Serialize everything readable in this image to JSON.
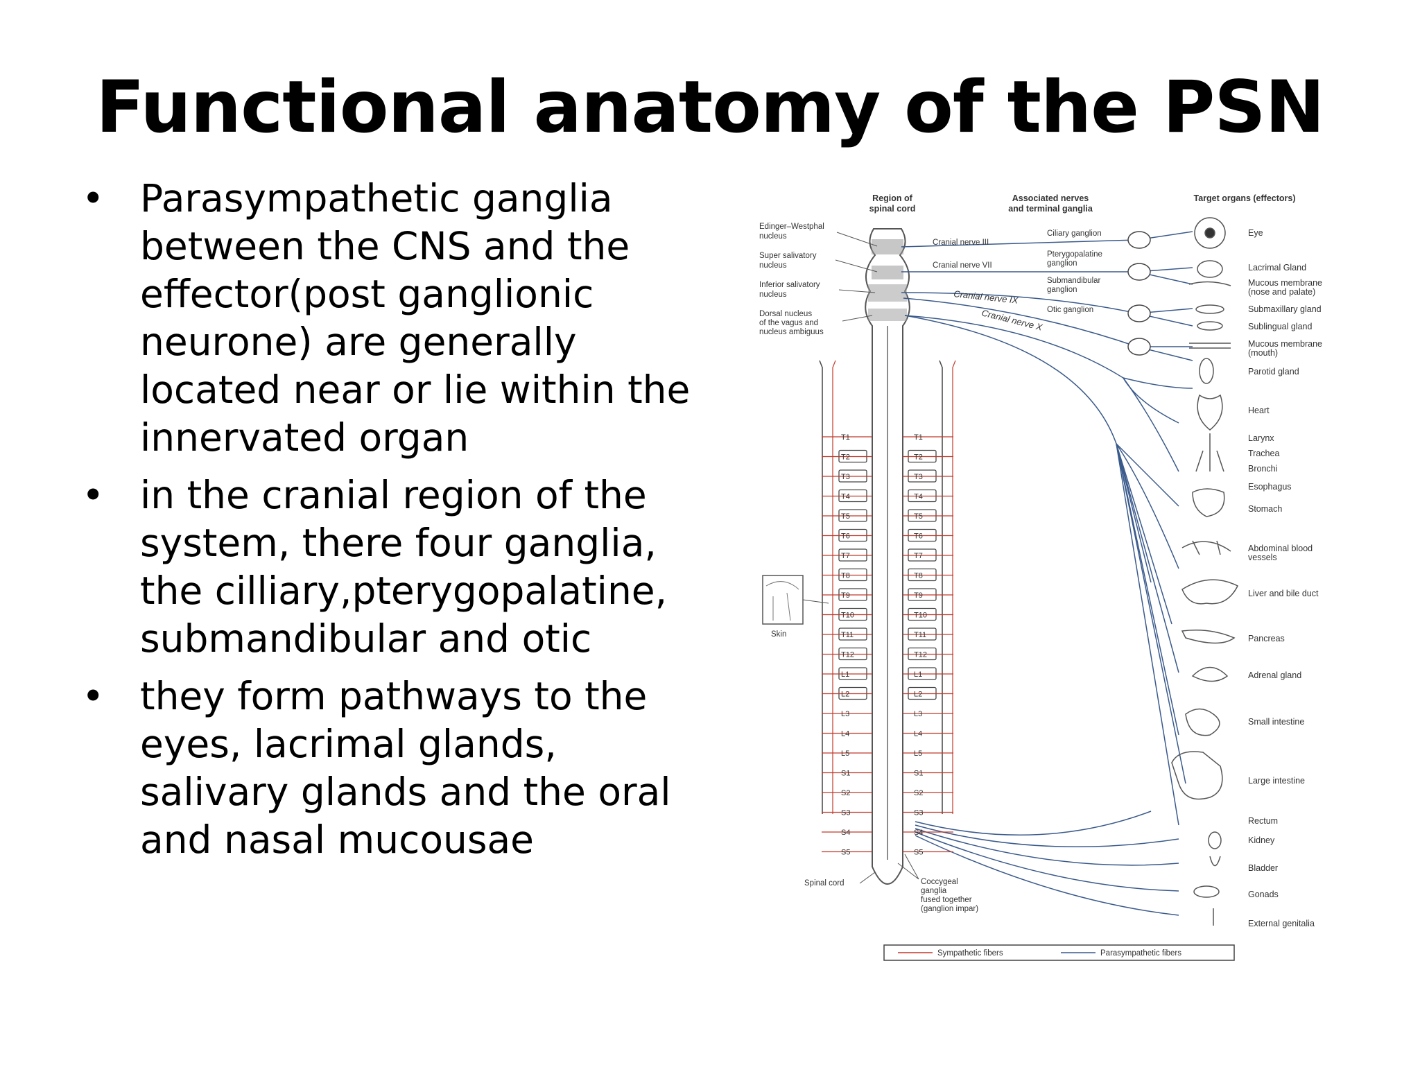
{
  "slide": {
    "title": "Functional anatomy of the PSN",
    "bullets": [
      "Parasympathetic ganglia between the CNS and the effector(post ganglionic neurone) are generally located near or lie within the innervated organ",
      "in the cranial region of the system, there four ganglia, the cilliary,pterygopalatine, submandibular and otic",
      "they form pathways to the eyes, lacrimal glands, salivary glands and the oral and nasal mucousae"
    ]
  },
  "diagram": {
    "headers": {
      "region": [
        "Region of",
        "spinal cord"
      ],
      "nerves": [
        "Associated nerves",
        "and terminal ganglia"
      ],
      "targets": "Target organs (effectors)"
    },
    "nuclei": {
      "edinger": [
        "Edinger–Westphal",
        "nucleus"
      ],
      "superior": [
        "Super salivatory",
        "nucleus"
      ],
      "inferior": [
        "Inferior salivatory",
        "nucleus"
      ],
      "dorsal": [
        "Dorsal nucleus",
        "of the vagus and",
        "nucleus ambiguus"
      ]
    },
    "nerves": {
      "cn3": "Cranial nerve III",
      "cn7": "Cranial nerve VII",
      "cn9": "Cranial nerve IX",
      "cn10": "Cranial nerve X"
    },
    "ganglia": {
      "ciliary": "Ciliary ganglion",
      "pterygo": [
        "Pterygopalatine",
        "ganglion"
      ],
      "submand": [
        "Submandibular",
        "ganglion"
      ],
      "otic": "Otic ganglion"
    },
    "targets": {
      "eye": "Eye",
      "lacrimal": "Lacrimal Gland",
      "mucous_nose": [
        "Mucous membrane",
        "(nose and palate)"
      ],
      "submaxillary": "Submaxillary gland",
      "sublingual": "Sublingual gland",
      "mucous_mouth": [
        "Mucous membrane",
        "(mouth)"
      ],
      "parotid": "Parotid gland",
      "heart": "Heart",
      "larynx": "Larynx",
      "trachea": "Trachea",
      "bronchi": "Bronchi",
      "esophagus": "Esophagus",
      "stomach": "Stomach",
      "abdominal": [
        "Abdominal blood",
        "vessels"
      ],
      "liver": "Liver and bile duct",
      "pancreas": "Pancreas",
      "adrenal": "Adrenal gland",
      "small_int": "Small intestine",
      "large_int": "Large intestine",
      "rectum": "Rectum",
      "kidney": "Kidney",
      "bladder": "Bladder",
      "gonads": "Gonads",
      "genitalia": "External genitalia"
    },
    "segments": [
      "T1",
      "T2",
      "T3",
      "T4",
      "T5",
      "T6",
      "T7",
      "T8",
      "T9",
      "T10",
      "T11",
      "T12",
      "L1",
      "L2",
      "L3",
      "L4",
      "L5",
      "S1",
      "S2",
      "S3",
      "S4",
      "S5"
    ],
    "labels": {
      "skin": "Skin",
      "spinal_cord": "Spinal cord",
      "coccygeal": [
        "Coccygeal",
        "ganglia",
        "fused together",
        "(ganglion impar)"
      ]
    },
    "legend": {
      "sympathetic": "Sympathetic fibers",
      "parasympathetic": "Parasympathetic fibers"
    },
    "colors": {
      "sympathetic": "#c0392b",
      "parasympathetic": "#3a5a8c",
      "ink": "#444444"
    }
  }
}
